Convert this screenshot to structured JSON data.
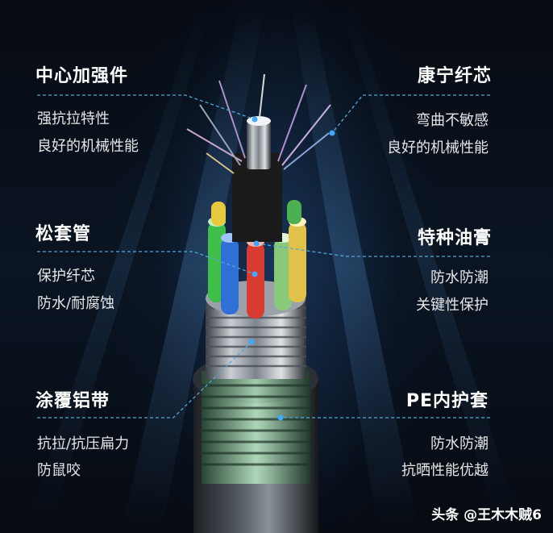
{
  "callouts": {
    "strength_member": {
      "title": "中心加强件",
      "desc": [
        "强抗拉特性",
        "良好的机械性能"
      ]
    },
    "fiber": {
      "title": "康宁纤芯",
      "desc": [
        "弯曲不敏感",
        "良好的机械性能"
      ]
    },
    "loose_tube": {
      "title": "松套管",
      "desc": [
        "保护纤芯",
        "防水/耐腐蚀"
      ]
    },
    "gel": {
      "title": "特种油膏",
      "desc": [
        "防水防潮",
        "关键性保护"
      ]
    },
    "aluminum_tape": {
      "title": "涂覆铝带",
      "desc": [
        "抗拉/抗压扁力",
        "防鼠咬"
      ]
    },
    "pe_sheath": {
      "title": "PE内护套",
      "desc": [
        "防水防潮",
        "抗晒性能优越"
      ]
    }
  },
  "watermark": "头条 @王木木贼6",
  "colors": {
    "accent": "#3da9ff",
    "dash": "#4fa7d8",
    "tube_green": "#3fbf4a",
    "tube_blue": "#2f6fd6",
    "tube_red": "#d83b2f",
    "tube_yellow": "#e0c24a",
    "tube_lightgreen": "#8ac97a"
  }
}
